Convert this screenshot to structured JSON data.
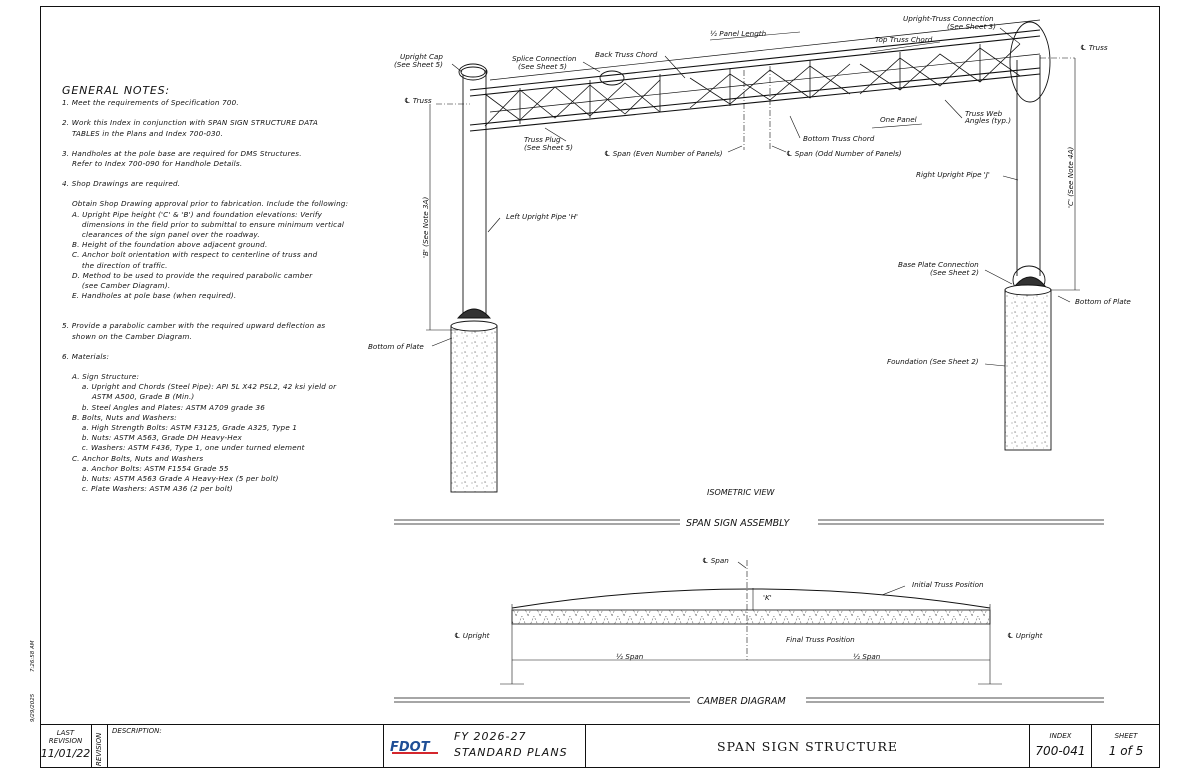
{
  "notes": {
    "title": "GENERAL NOTES:",
    "n1": "1. Meet the requirements of Specification 700.",
    "n2a": "2. Work this Index in conjunction with SPAN SIGN STRUCTURE DATA",
    "n2b": "    TABLES in the Plans and Index 700-030.",
    "n3a": "3. Handholes at the pole base are required for DMS Structures.",
    "n3b": "    Refer to Index 700-090 for Handhole Details.",
    "n4": "4. Shop Drawings are required.",
    "n4a": "    Obtain Shop Drawing approval prior to fabrication. Include the following:",
    "n4b": "    A. Upright Pipe height ('C' & 'B') and foundation elevations: Verify",
    "n4c": "        dimensions in the field prior to submittal to ensure minimum vertical",
    "n4d": "        clearances of the sign panel over the roadway.",
    "n4e": "    B. Height of the foundation above adjacent ground.",
    "n4f": "    C. Anchor bolt orientation with respect to centerline of truss and",
    "n4g": "        the direction of traffic.",
    "n4h": "    D. Method to be used to provide the required parabolic camber",
    "n4i": "        (see Camber Diagram).",
    "n4j": "    E. Handholes at pole base (when required).",
    "n5a": "5. Provide a parabolic camber with the required upward deflection as",
    "n5b": "    shown on the Camber Diagram.",
    "n6": "6. Materials:",
    "m1": "    A. Sign Structure:",
    "m2": "        a. Upright and Chords (Steel Pipe): API 5L X42 PSL2, 42 ksi yield or",
    "m3": "            ASTM A500, Grade B (Min.)",
    "m4": "        b. Steel Angles and Plates: ASTM A709 grade 36",
    "m5": "    B. Bolts, Nuts and Washers:",
    "m6": "        a. High Strength Bolts: ASTM F3125, Grade A325, Type 1",
    "m7": "        b. Nuts: ASTM A563, Grade DH Heavy-Hex",
    "m8": "        c. Washers: ASTM F436, Type 1, one under turned element",
    "m9": "    C. Anchor Bolts, Nuts and Washers",
    "m10": "        a. Anchor Bolts: ASTM F1554 Grade 55",
    "m11": "        b. Nuts: ASTM A563 Grade A Heavy-Hex (5 per bolt)",
    "m12": "        c. Plate Washers: ASTM A36 (2 per bolt)"
  },
  "labels": {
    "upright_cap": "Upright Cap",
    "see_sheet5": "(See Sheet 5)",
    "splice_conn": "Splice Connection",
    "back_truss_chord": "Back Truss Chord",
    "half_panel": "½ Panel Length",
    "top_truss_chord": "Top Truss Chord",
    "upright_truss_conn": "Upright-Truss Connection",
    "see_sheet3": "(See Sheet 3)",
    "cl_truss": "℄ Truss",
    "truss_plug": "Truss Plug",
    "cl_span_even": "℄ Span (Even Number of Panels)",
    "cl_span_odd": "℄ Span (Odd Number of Panels)",
    "bottom_truss_chord": "Bottom Truss Chord",
    "one_panel": "One Panel",
    "truss_web": "Truss Web",
    "angles_typ": "Angles (typ.)",
    "right_upright": "Right Upright Pipe 'J'",
    "left_upright": "Left Upright Pipe 'H'",
    "b_note": "'B' (See Note 3A)",
    "c_note": "'C' (See Note 4A)",
    "base_plate_conn": "Base Plate Connection",
    "see_sheet2": "(See Sheet 2)",
    "bottom_of_plate": "Bottom of Plate",
    "foundation": "Foundation (See Sheet 2)",
    "isometric_view": "ISOMETRIC VIEW",
    "span_sign_assembly": "SPAN SIGN ASSEMBLY",
    "cl_span": "℄ Span",
    "initial_truss": "Initial Truss Position",
    "k": "'K'",
    "final_truss": "Final Truss Position",
    "cl_upright": "℄ Upright",
    "half_span": "½ Span",
    "camber_diagram": "CAMBER DIAGRAM"
  },
  "side": {
    "date": "9/29/2025",
    "time": "7:26:58 AM"
  },
  "titleblock": {
    "last": "LAST",
    "revision": "REVISION",
    "rev_date": "11/01/22",
    "revision_vert": "REVISION",
    "description": "DESCRIPTION:",
    "logo": "FDOT",
    "fy": "FY 2026-27",
    "standard_plans": "STANDARD PLANS",
    "title": "SPAN SIGN STRUCTURE",
    "index_label": "INDEX",
    "index_value": "700-041",
    "sheet_label": "SHEET",
    "sheet_value": "1 of 5"
  },
  "colors": {
    "line": "#111111",
    "logo_blue": "#1f4e96",
    "logo_red": "#d4262c"
  }
}
